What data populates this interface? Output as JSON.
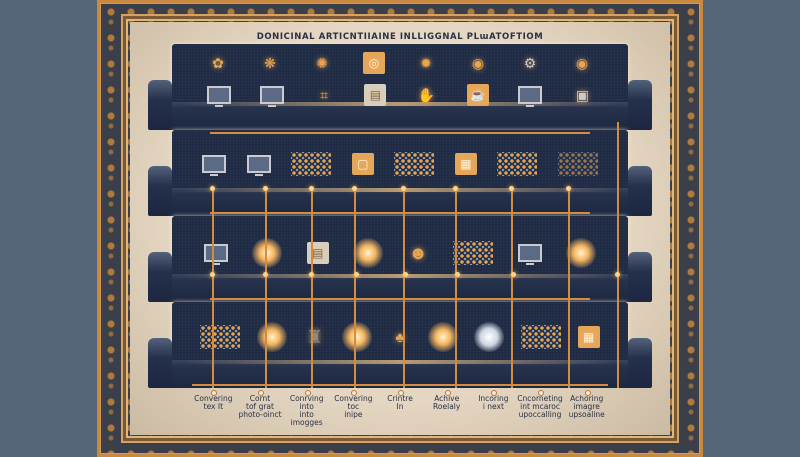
{
  "title": "DONICINAL ARTICNTIIAINE INLLIGGNAL PLɯATOFTIOM",
  "colors": {
    "background": "#566578",
    "frame_gold": "#c9893f",
    "frame_dark": "#3a3f4a",
    "canvas": "#f1e7d6",
    "sofa_navy": "#1f2b44",
    "accent_orange": "#e8a54e",
    "wire": "#d48c3e"
  },
  "rows": [
    {
      "name": "row-1",
      "top_icons": [
        "network-icon",
        "hub-icon",
        "grid-network-icon",
        "document-box-icon",
        "sparkle-icon",
        "robot-icon",
        "gear-icon",
        "eye-icon"
      ],
      "bottom_icons": [
        "monitor-icon",
        "laptop-icon",
        "circuit-icon",
        "document-icon",
        "hand-card-icon",
        "cup-icon",
        "desktop-icon",
        "camera-icon"
      ]
    },
    {
      "name": "row-2",
      "icons": [
        "monitor-particles-icon",
        "laptop-particles-icon",
        "particle-cluster-icon",
        "box-screen-icon",
        "data-bars-icon",
        "photo-cluster-icon",
        "image-pieces-icon",
        "dissolve-icon"
      ]
    },
    {
      "name": "row-3",
      "icons": [
        "monitor-icon",
        "lightbulb-icon",
        "document-icon",
        "sun-glow-icon",
        "person-icon",
        "pixel-cluster-icon",
        "screen-icon",
        "glowing-door-icon"
      ]
    },
    {
      "name": "row-4",
      "icons": [
        "robot-pixel-icon",
        "glow-orb-icon",
        "stone-robot-icon",
        "glow-orb-icon",
        "brain-tree-icon",
        "glow-orb-icon",
        "white-orb-icon",
        "image-cluster-icon",
        "photo-grid-icon"
      ]
    }
  ],
  "captions": [
    [
      "Convering",
      "tex It"
    ],
    [
      "Cornt",
      "tof grat",
      "photo-oinct"
    ],
    [
      "Conrving",
      "into",
      "into imogges"
    ],
    [
      "Convering",
      "toc",
      "inipe"
    ],
    [
      "Crintre",
      "In"
    ],
    [
      "Achive",
      "Roelaly"
    ],
    [
      "Incoring",
      "i next"
    ],
    [
      "Cncorneting",
      "int mcaroc",
      "upoccalling"
    ],
    [
      "Achoring",
      "imagre",
      "upsoaline"
    ]
  ]
}
